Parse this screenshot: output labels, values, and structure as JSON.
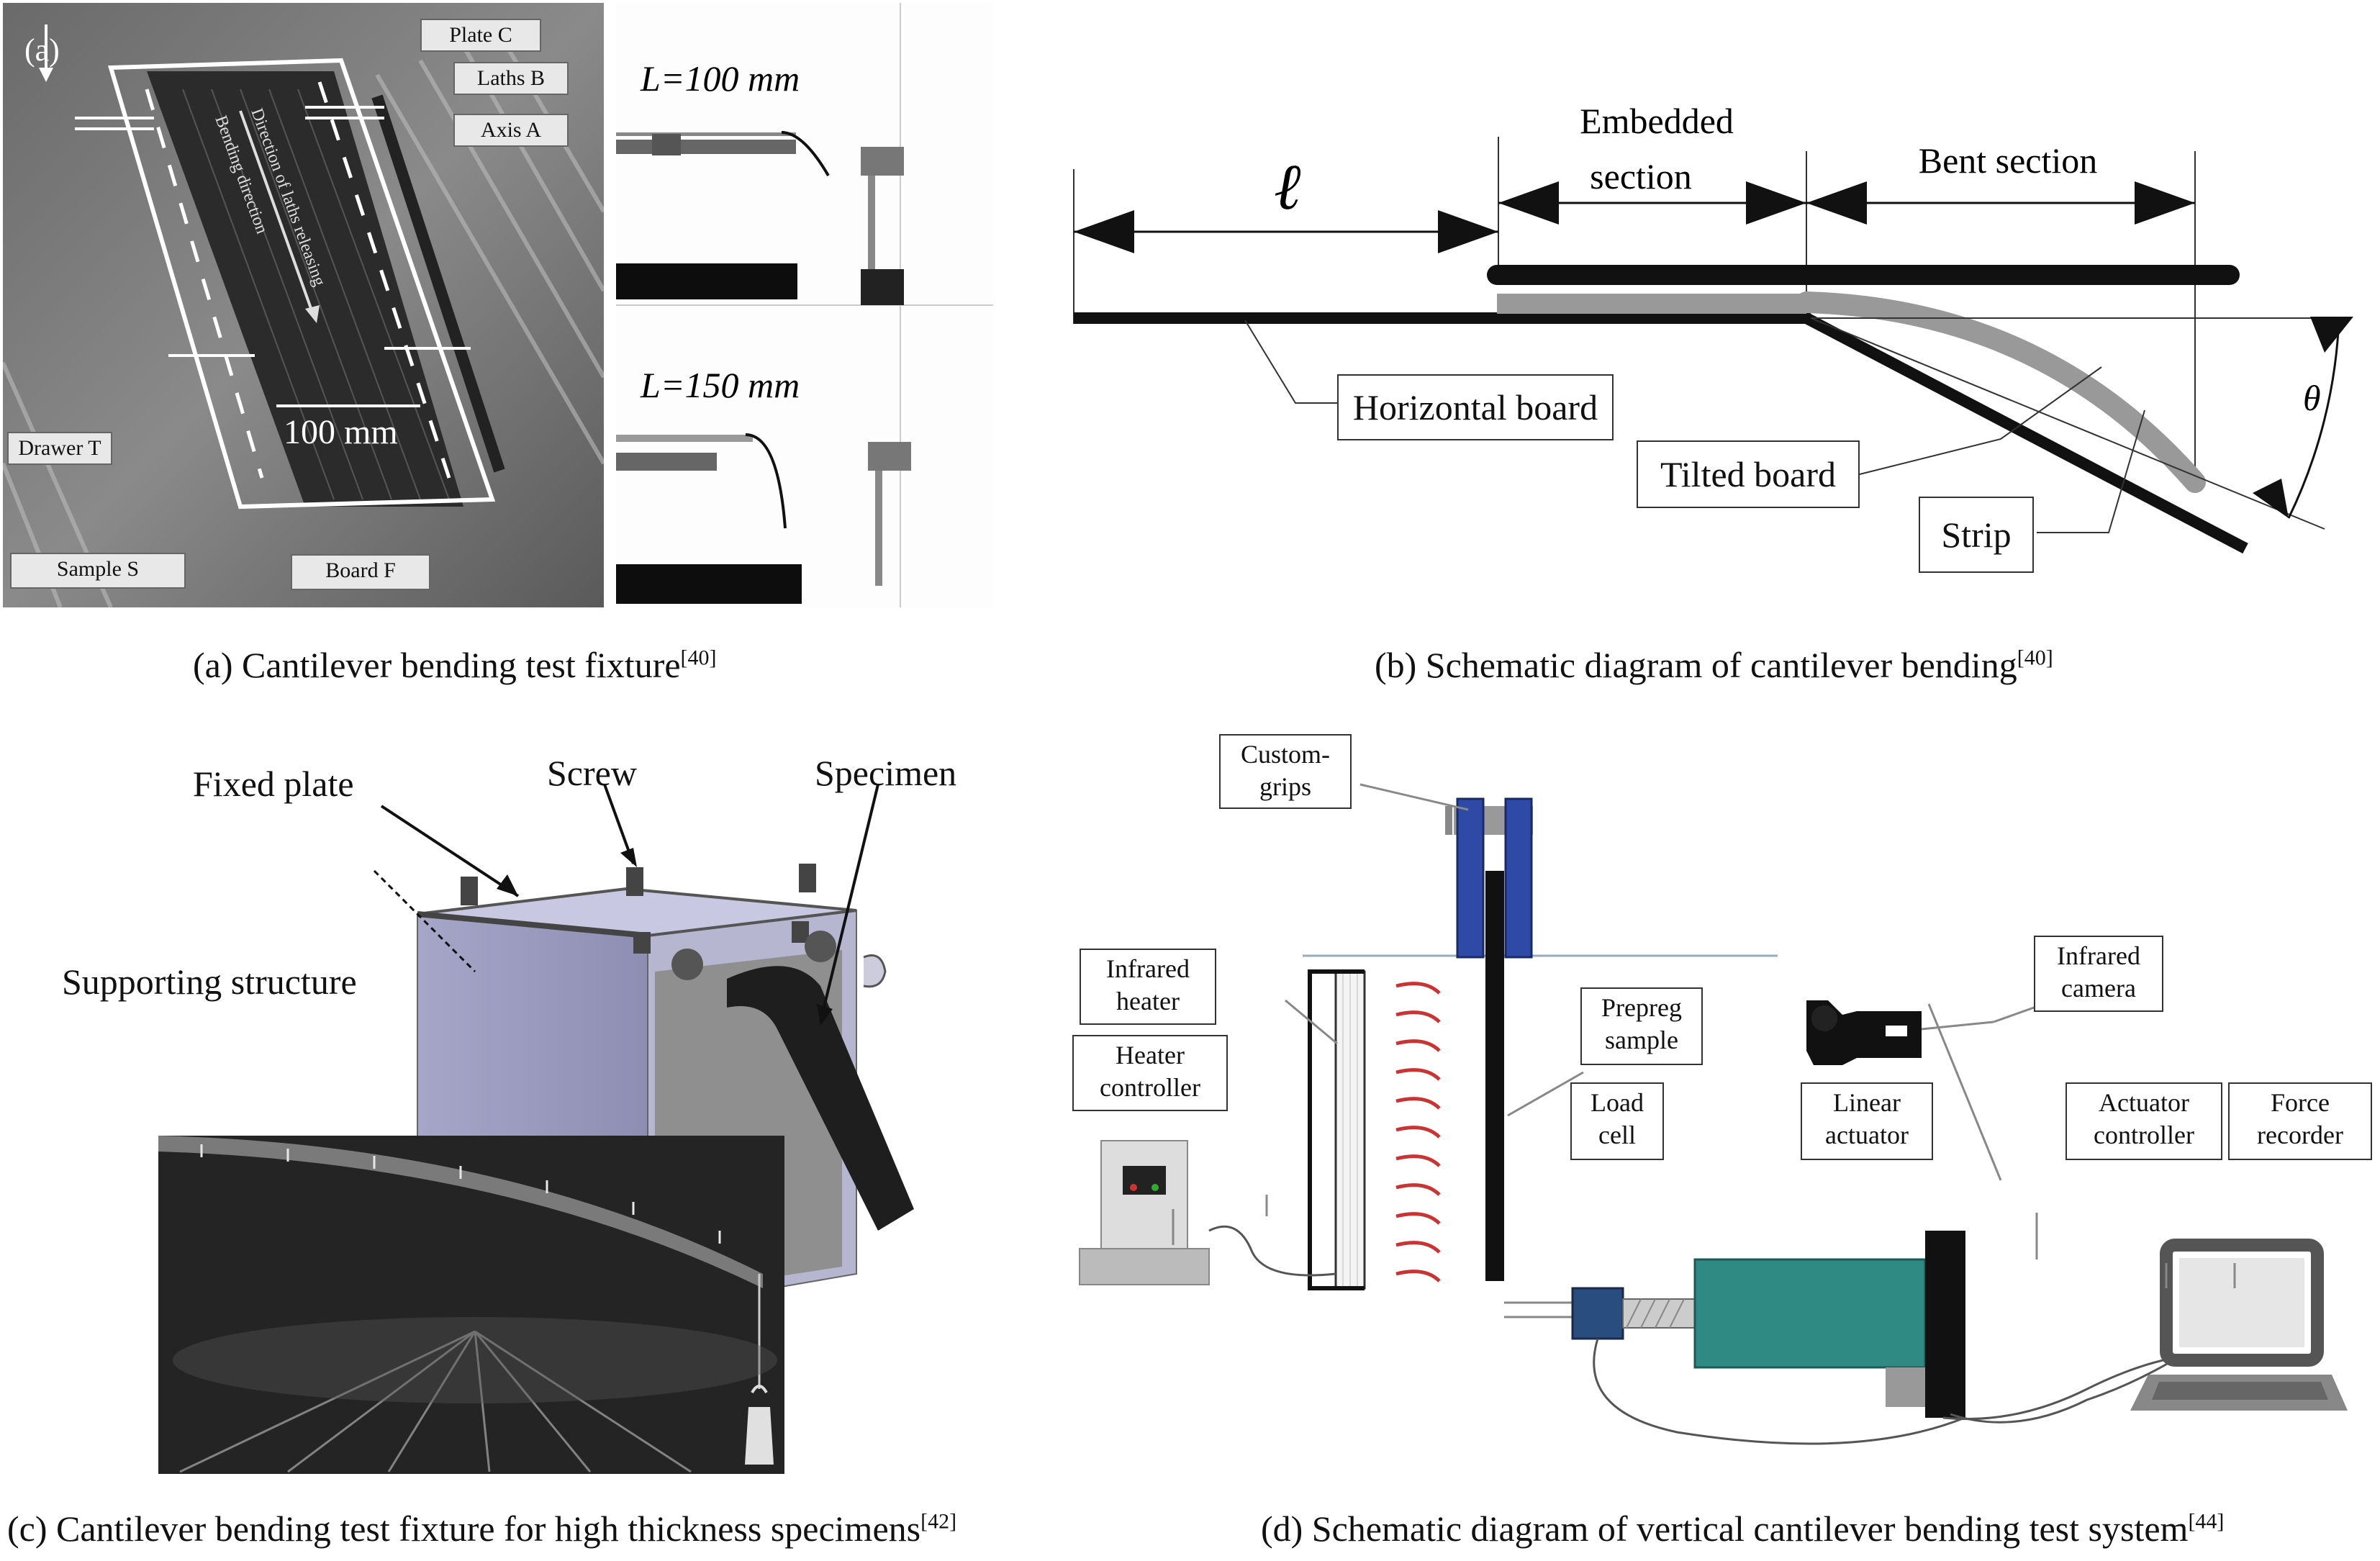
{
  "panel_a": {
    "tag": "(a)",
    "labels": {
      "plate_c": "Plate C",
      "laths_b": "Laths B",
      "axis_a": "Axis A",
      "drawer_t": "Drawer T",
      "sample_s": "Sample S",
      "board_f": "Board F"
    },
    "scale_text": "100 mm",
    "rot_text_1": "Direction of laths releasing",
    "rot_text_2": "Bending direction",
    "len_1": "L=100 mm",
    "len_2": "L=150 mm",
    "caption": "(a) Cantilever bending test fixture",
    "ref": "[40]"
  },
  "panel_b": {
    "ell": "ℓ",
    "embedded": "Embedded",
    "section": "section",
    "bent": "Bent section",
    "horizontal": "Horizontal board",
    "tilted": "Tilted board",
    "strip": "Strip",
    "theta": "θ",
    "caption": "(b) Schematic diagram of cantilever bending",
    "ref": "[40]"
  },
  "panel_c": {
    "fixed_plate": "Fixed plate",
    "screw": "Screw",
    "specimen": "Specimen",
    "support": "Supporting structure",
    "caption": "(c) Cantilever bending test fixture for high thickness specimens",
    "ref": "[42]"
  },
  "panel_d": {
    "custom_grips_1": "Custom-",
    "custom_grips_2": "grips",
    "infrared_heater_1": "Infrared",
    "infrared_heater_2": "heater",
    "heater_ctrl_1": "Heater",
    "heater_ctrl_2": "controller",
    "prepreg_1": "Prepreg",
    "prepreg_2": "sample",
    "camera_1": "Infrared",
    "camera_2": "camera",
    "load_cell_1": "Load",
    "load_cell_2": "cell",
    "linear_1": "Linear",
    "linear_2": "actuator",
    "act_ctrl_1": "Actuator",
    "act_ctrl_2": "controller",
    "force_1": "Force",
    "force_2": "recorder",
    "caption": "(d) Schematic diagram of vertical cantilever bending test system",
    "ref": "[44]"
  }
}
